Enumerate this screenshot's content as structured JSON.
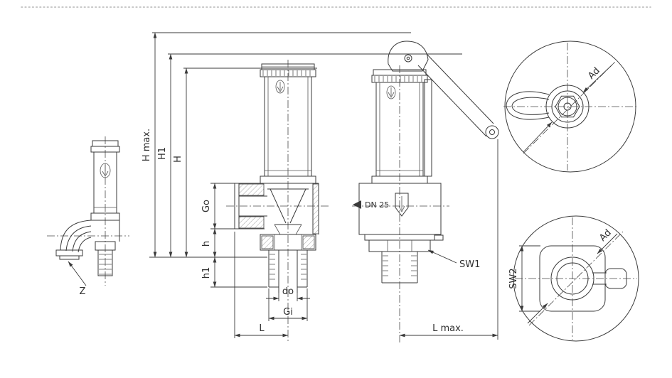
{
  "drawing": {
    "background": "#ffffff",
    "line_color": "#3a3a3a",
    "labels": {
      "h_max": "H max.",
      "h1": "H1",
      "h": "H",
      "go": "Go",
      "h_small": "h",
      "h1_small": "h1",
      "do": "do",
      "gi": "Gi",
      "l": "L",
      "z": "Z",
      "dn": "DN 25",
      "sw1": "SW1",
      "l_max": "L max.",
      "sw2": "SW2",
      "ad_top": "Ad",
      "ad_bottom": "Ad"
    }
  }
}
